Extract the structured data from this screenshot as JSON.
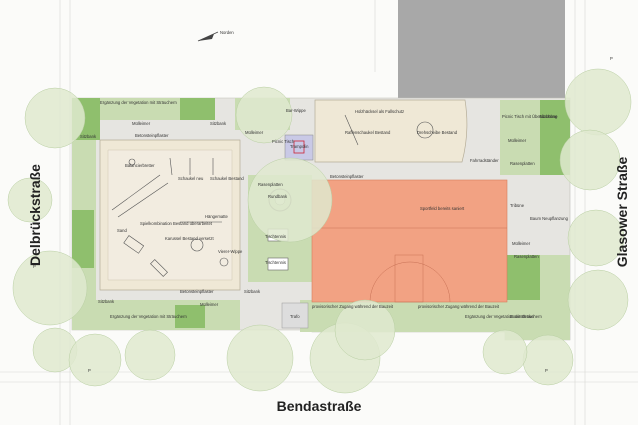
{
  "streets": {
    "west": "Delbrückstraße",
    "east": "Glasower Straße",
    "south": "Bendastraße"
  },
  "north_label": "Norden",
  "parking_marker": "P",
  "labels": {
    "vegetation_nw": "Ergänzung der Vegetation mit Sträuchern",
    "sitzbank_nw": "Sitzbank",
    "muelleimer_n": "Mülleimer",
    "betonsteinpflaster_n": "Betonsteinpflaster",
    "sitzbank_n": "Sitzbank",
    "muelleimer_nc": "Mülleimer",
    "bar_wippe": "Bar-Wippe",
    "picnic_tisch_n": "Picnic Tisch",
    "trampolin": "Trampolin",
    "holzhaecksel": "Holzhäcksel als Fallschutz",
    "raffenschaukel": "Raffenschaukel Bestand",
    "drehscheibe": "Drehscheibe Bestand",
    "picnic_tisch_ne": "Picnic Tisch mit Überdachung",
    "sitzbuehne": "Sitzbühne",
    "muelleimer_ne": "Mülleimer",
    "fahrradstaender": "Fahrradständer",
    "rasenplatten_ne": "Rasenplatten",
    "balancierbretter": "Balancierbretter",
    "schaukel_neu": "Schaukel neu",
    "schaukel_bestand": "Schaukel Bestand",
    "rasenplatten_c": "Rasenplatten",
    "rundbank": "Rundbank",
    "betonsteinpflaster_c": "Betonsteinpflaster",
    "sportfeld": "Sportfeld bereits saniert",
    "tribuene": "Tribüne",
    "baum_neupflanzung": "Baum Neupflanzung",
    "spielkombination": "Spielkombination Bestand überarbeitet",
    "sand": "Sand",
    "haengematte": "Hängematte",
    "tischtennis_1": "Tischtennis",
    "muelleimer_e": "Mülleimer",
    "rasenplatten_e": "Rasenplatten",
    "karussel": "Karussel Bestand versetzt",
    "vierer_wippe": "Vierer-Wippe",
    "tischtennis_2": "Tischtennis",
    "betonsteinpflaster_s": "Betonsteinpflaster",
    "sitzbank_s": "Sitzbank",
    "sitzbank_sw": "Sitzbank",
    "muelleimer_s": "Mülleimer",
    "vegetation_sw": "Ergänzung der Vegetation mit Sträuchern",
    "trafo": "Trafo",
    "provisorischer_zugang_1": "provisorischer Zugang während der Bauzeit",
    "provisorischer_zugang_2": "provisorischer Zugang während der Bauzeit",
    "vegetation_se": "Ergänzung der Vegetation mit Sträuchern",
    "bodendecker": "Bodendecker"
  },
  "colors": {
    "lawn": "#c9dcb2",
    "lawn_dark": "#8fbf6d",
    "tree": "#dfe9cf",
    "paving": "#e6e5e1",
    "playground": "#efe8d6",
    "sportfield": "#f2a283",
    "building": "#a8a8a8",
    "trampoline": "#c9c9e6"
  }
}
